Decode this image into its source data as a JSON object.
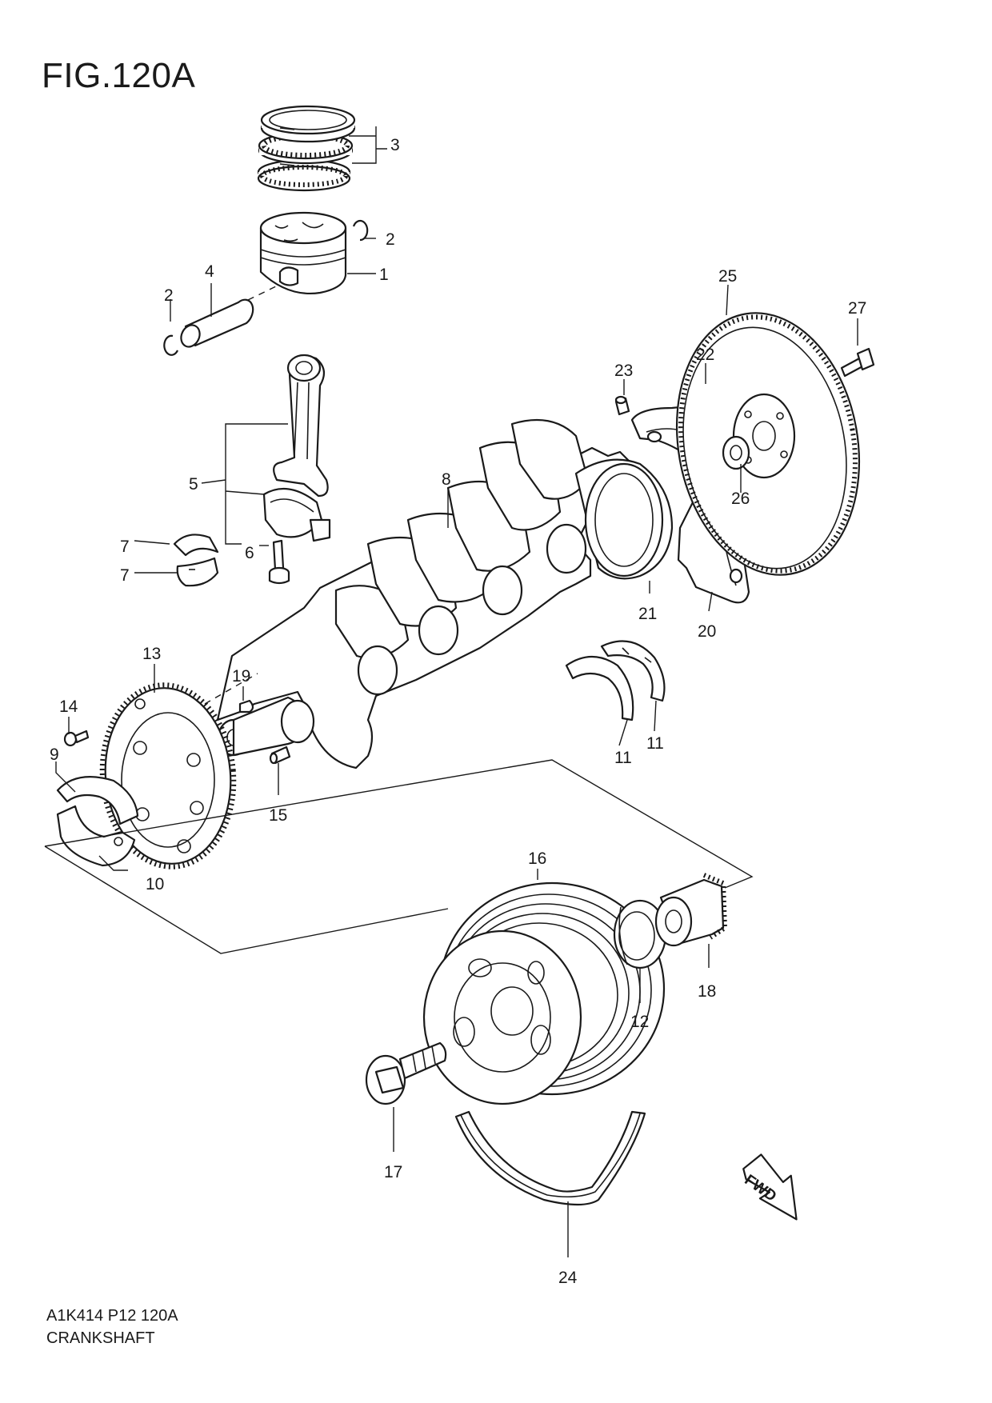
{
  "figure": {
    "title": "FIG.120A"
  },
  "footer": {
    "code": "A1K414 P12 120A",
    "name": "CRANKSHAFT"
  },
  "direction_badge": {
    "label": "FWD"
  },
  "callouts": [
    "3",
    "2",
    "1",
    "4",
    "2",
    "25",
    "27",
    "23",
    "22",
    "5",
    "8",
    "26",
    "7",
    "6",
    "7",
    "21",
    "20",
    "13",
    "19",
    "14",
    "11",
    "11",
    "9",
    "15",
    "10",
    "16",
    "18",
    "12",
    "17",
    "24"
  ]
}
